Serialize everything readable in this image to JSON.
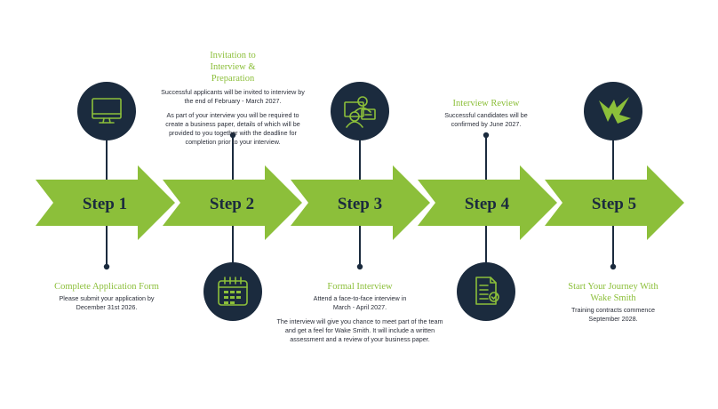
{
  "colors": {
    "navy": "#1b2b3e",
    "green": "#8cbf3a",
    "text": "#2b2f3a",
    "title": "#8cbf3a"
  },
  "steps": [
    {
      "label": "Step 1",
      "icon": "monitor-icon",
      "title": "Complete Application Form",
      "paragraphs": [
        "Please submit your application by December 31st 2026."
      ]
    },
    {
      "label": "Step 2",
      "icon": "calendar-icon",
      "title": "Invitation to Interview & Preparation",
      "paragraphs": [
        "Successful applicants will be invited to interview by the end of February - March 2027.",
        "As part of your interview you will be required to create a business paper, details of which will be provided to you together with the deadline for completion prior to your interview."
      ]
    },
    {
      "label": "Step 3",
      "icon": "meeting-icon",
      "title": "Formal Interview",
      "paragraphs": [
        "Attend a face-to-face interview in March - April 2027.",
        "The interview will give you chance to meet part of the team and get a feel for Wake Smith. It will include a written assessment and a review of your business paper."
      ]
    },
    {
      "label": "Step 4",
      "icon": "checklist-icon",
      "title": "Interview Review",
      "paragraphs": [
        "Successful candidates will be confirmed by June 2027."
      ]
    },
    {
      "label": "Step 5",
      "icon": "wake-smith-logo-icon",
      "title": "Start Your Journey With Wake Smith",
      "paragraphs": [
        "Training contracts commence September 2028."
      ]
    }
  ]
}
